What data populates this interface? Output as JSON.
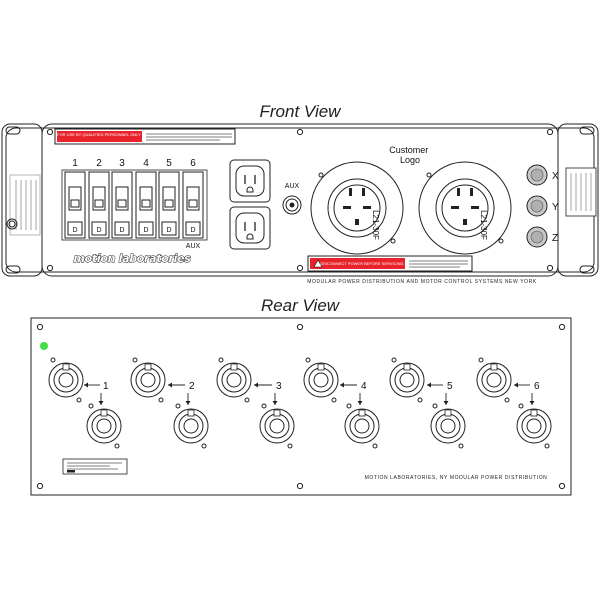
{
  "front": {
    "title": "Front View",
    "breaker_numbers": [
      "1",
      "2",
      "3",
      "4",
      "5",
      "6"
    ],
    "breaker_handle_label": "D",
    "aux_breaker_label": "AUX",
    "aux_jack_label": "AUX",
    "customer_logo": "Customer\nLogo",
    "connector_label": "L21-30F",
    "axis_labels": [
      "X",
      "Y",
      "Z"
    ],
    "brand_logo": "motion laboratories",
    "warning_labels": [
      "FOR USE BY QUALIFIED PERSONNEL ONLY",
      "DISCONNECT POWER BEFORE SERVICING"
    ],
    "footer_text": "MODULAR POWER DISTRIBUTION AND MOTOR CONTROL SYSTEMS   NEW YORK",
    "colors": {
      "warning_red": "#e8232c",
      "line": "#222222"
    }
  },
  "rear": {
    "title": "Rear View",
    "channel_numbers": [
      "1",
      "2",
      "3",
      "4",
      "5",
      "6"
    ],
    "footer_text": "MOTION LABORATORIES, NY    MODULAR POWER DISTRIBUTION",
    "colors": {
      "status_led": "#44dd44"
    }
  }
}
